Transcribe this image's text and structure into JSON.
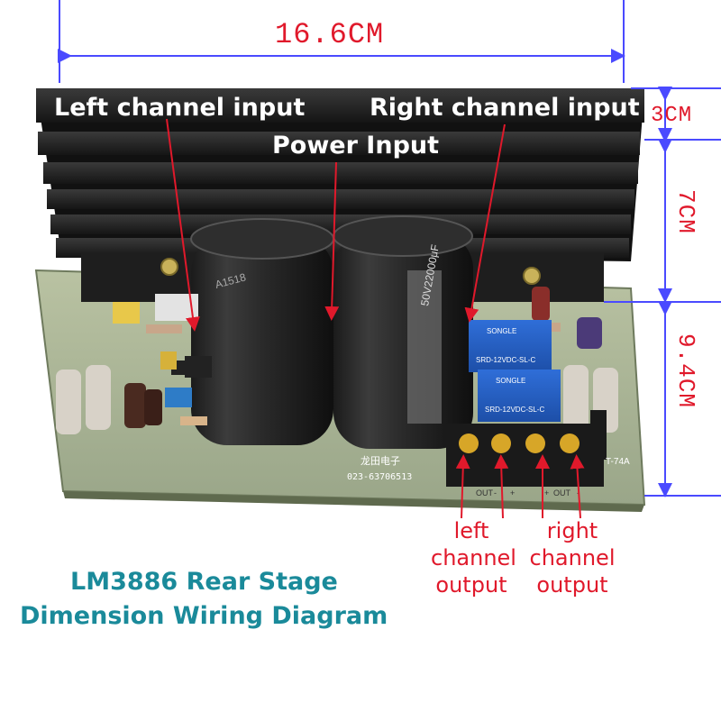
{
  "dimensions": {
    "width": "16.6CM",
    "heatsink_height": "3CM",
    "fin_height": "7CM",
    "board_depth": "9.4CM"
  },
  "labels": {
    "left_input": "Left channel input",
    "power_input": "Power Input",
    "right_input": "Right channel input",
    "left_output": [
      "left",
      "channel",
      "output"
    ],
    "right_output": [
      "right",
      "channel",
      "output"
    ]
  },
  "caption": {
    "line1": "LM3886 Rear Stage",
    "line2": "Dimension Wiring Diagram"
  },
  "board": {
    "maker": "龙田电子",
    "phone": "023-63706513",
    "model": "T-74A",
    "capacitor_marking": "50V22000μF",
    "capacitor_code": "A1518",
    "relay_brand": "SONGLE",
    "relay_model": "SRD-12VDC-SL-C",
    "terminal_marks": [
      "OUT",
      "-",
      "+",
      "+",
      "OUT",
      "-"
    ]
  },
  "colors": {
    "dimension": "#e0192b",
    "caption": "#1a8a9a",
    "arrow": "#e0192b",
    "guide": "#4a4aff"
  }
}
